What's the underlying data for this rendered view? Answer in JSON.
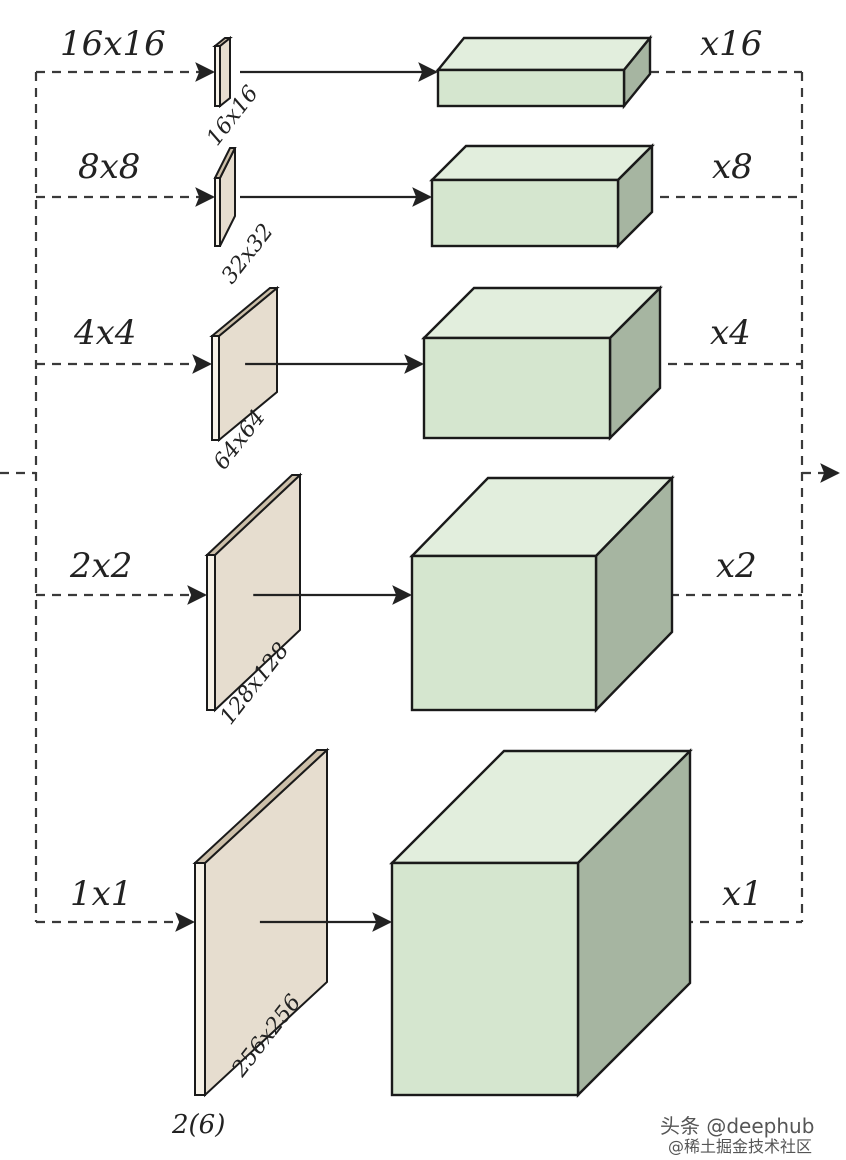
{
  "rows": [
    {
      "grid": "16x16",
      "size": "16x16",
      "multiplier": "x16"
    },
    {
      "grid": "8x8",
      "size": "32x32",
      "multiplier": "x8"
    },
    {
      "grid": "4x4",
      "size": "64x64",
      "multiplier": "x4"
    },
    {
      "grid": "2x2",
      "size": "128x128",
      "multiplier": "x2"
    },
    {
      "grid": "1x1",
      "size": "256x256",
      "multiplier": "x1"
    }
  ],
  "channels_label": "2(6)",
  "watermark": {
    "line1": "头条 @deephub",
    "line2": "@稀土掘金技术社区"
  },
  "colors": {
    "plane_front": "#e6ddcf",
    "plane_edge": "#ccbfa9",
    "cube_front": "#d5e6cf",
    "cube_top": "#e2eedd",
    "cube_side": "#a6b5a1",
    "outline": "#1a1a1a"
  }
}
